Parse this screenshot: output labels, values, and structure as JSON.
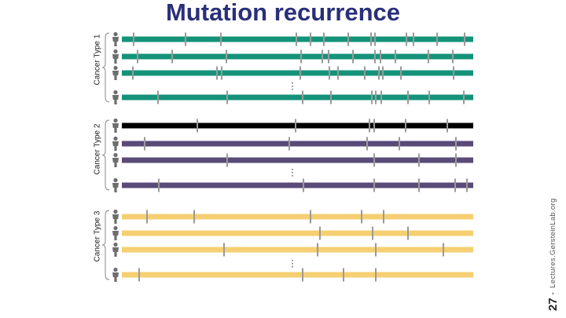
{
  "title": "Mutation recurrence",
  "credit": {
    "page": "27",
    "separator": "-",
    "text": "Lectures.GersteinLab.org"
  },
  "colors": {
    "title": "#2a2f7a",
    "tick": "#9a9a9a",
    "person": "#6d6d6d",
    "bracket": "#8a8a8a"
  },
  "icons": {
    "patient": "person-icon",
    "group": "curly-brace",
    "gap": "vertical-ellipsis"
  },
  "ellipsis": "⋮",
  "groups": [
    {
      "label": "Cancer Type 1",
      "color": "#14937a",
      "rows": [
        {
          "ticks": [
            170,
            236,
            281,
            377,
            395,
            412,
            443,
            472,
            477,
            517,
            526,
            556,
            591
          ]
        },
        {
          "ticks": [
            175,
            219,
            288,
            383,
            410,
            418,
            449,
            477,
            484,
            503,
            545,
            576
          ]
        },
        {
          "ticks": [
            169,
            276,
            282,
            382,
            419,
            430,
            464,
            482,
            487,
            510,
            577
          ]
        },
        {
          "ticks": [
            201,
            289,
            385,
            421,
            473,
            478,
            485,
            519,
            546,
            590
          ]
        }
      ]
    },
    {
      "label": "Cancer Type 2",
      "color": "#5a4a78",
      "rows": [
        {
          "color": "#000000",
          "ticks": [
            251,
            376,
            470,
            476,
            516,
            569
          ]
        },
        {
          "ticks": [
            184,
            368,
            467,
            508,
            580
          ]
        },
        {
          "ticks": [
            289,
            476,
            533,
            580
          ]
        },
        {
          "ticks": [
            202,
            386,
            476,
            533,
            579,
            594
          ]
        }
      ]
    },
    {
      "label": "Cancer Type 3",
      "color": "#f5cf72",
      "rows": [
        {
          "ticks": [
            187,
            247,
            395,
            460,
            488
          ]
        },
        {
          "ticks": [
            407,
            474,
            519
          ]
        },
        {
          "ticks": [
            285,
            404,
            478,
            564
          ]
        },
        {
          "ticks": [
            177,
            385,
            437,
            478
          ]
        }
      ]
    }
  ]
}
